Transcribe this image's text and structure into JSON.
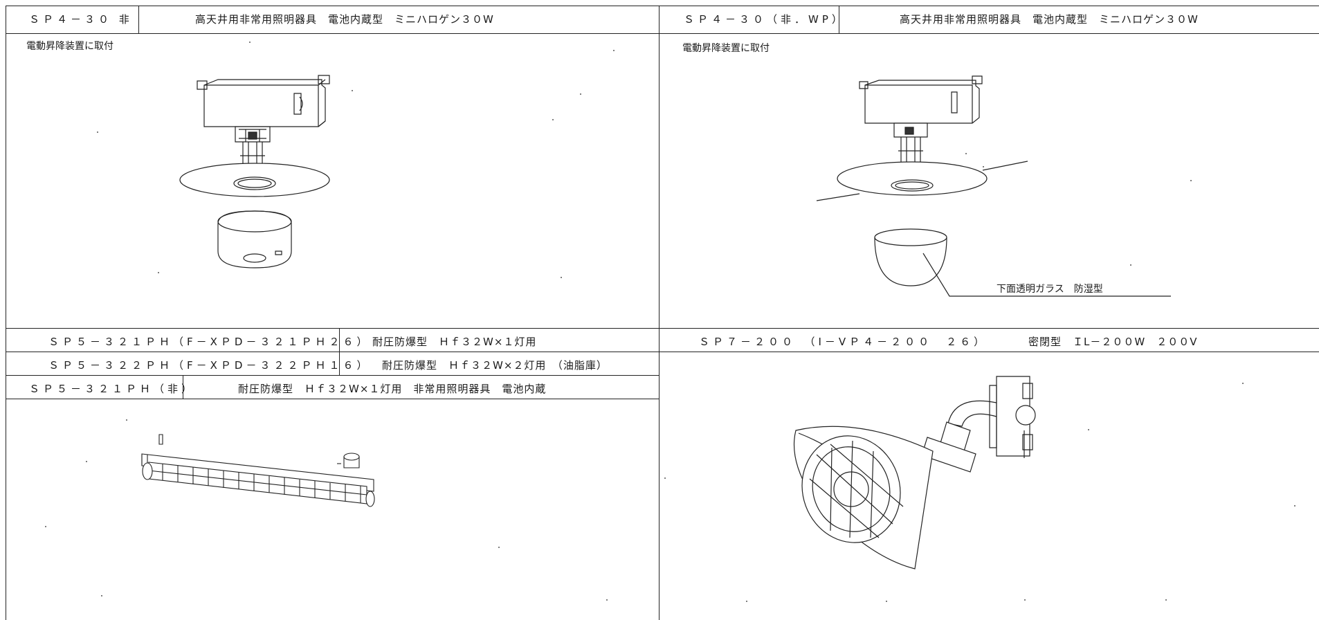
{
  "panel_tl": {
    "code": "ＳＰ４－３０ 非",
    "desc": "高天井用非常用照明器具　電池内蔵型　ミニハロゲン３０W",
    "note": "電動昇降装置に取付"
  },
  "panel_tr": {
    "code": "ＳＰ４－３０（非．WP）",
    "desc": "高天井用非常用照明器具　電池内蔵型　ミニハロゲン３０W",
    "note": "電動昇降装置に取付",
    "callout": "下面透明ガラス　防湿型"
  },
  "panel_bl": {
    "rows": [
      {
        "code": "ＳＰ５－３２１ＰＨ（F－XＰD－３２１ＰＨ２６）",
        "desc": "耐圧防爆型　Ｈｆ３２W×１灯用"
      },
      {
        "code": "ＳＰ５－３２２ＰＨ（F－XＰD－３２２ＰＨ１６）",
        "desc": "耐圧防爆型　Ｈｆ３２W×２灯用　（油脂庫）"
      },
      {
        "code": "ＳＰ５－３２１ＰＨ（非）",
        "desc": "耐圧防爆型　Ｈｆ３２W×１灯用　非常用照明器具　電池内蔵"
      }
    ]
  },
  "panel_br": {
    "code": "ＳＰ７－２００　（I－VＰ４－２００　２６）",
    "desc": "密閉型　ＩL－２００W　２００V"
  }
}
